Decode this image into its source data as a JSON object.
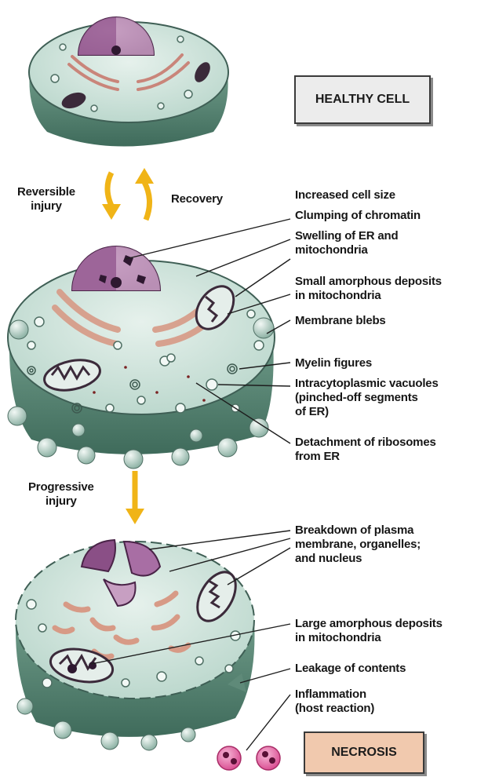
{
  "stages": {
    "healthy": "HEALTHY CELL",
    "necrosis": "NECROSIS"
  },
  "transitions": {
    "reversible_injury": "Reversible\ninjury",
    "recovery": "Recovery",
    "progressive_injury": "Progressive\ninjury"
  },
  "reversible_features": [
    "Increased cell size",
    "Clumping of chromatin",
    "Swelling of ER and\nmitochondria",
    "Small amorphous deposits\nin mitochondria",
    "Membrane blebs",
    "Myelin figures",
    "Intracytoplasmic vacuoles\n(pinched-off segments\nof ER)",
    "Detachment of ribosomes\nfrom ER"
  ],
  "necrosis_features": [
    "Breakdown of plasma\nmembrane, organelles;\nand nucleus",
    "Large amorphous deposits\nin mitochondria",
    "Leakage of contents",
    "Inflammation\n(host reaction)"
  ],
  "colors": {
    "cytoplasm": "#cfe3dc",
    "cell_side": "#5f8a79",
    "nucleus": "#8a4f86",
    "nucleus_light": "#c79fc2",
    "er": "#e6b49f",
    "mitochondria": "#3b2a3a",
    "arrow": "#f0b417"
  }
}
